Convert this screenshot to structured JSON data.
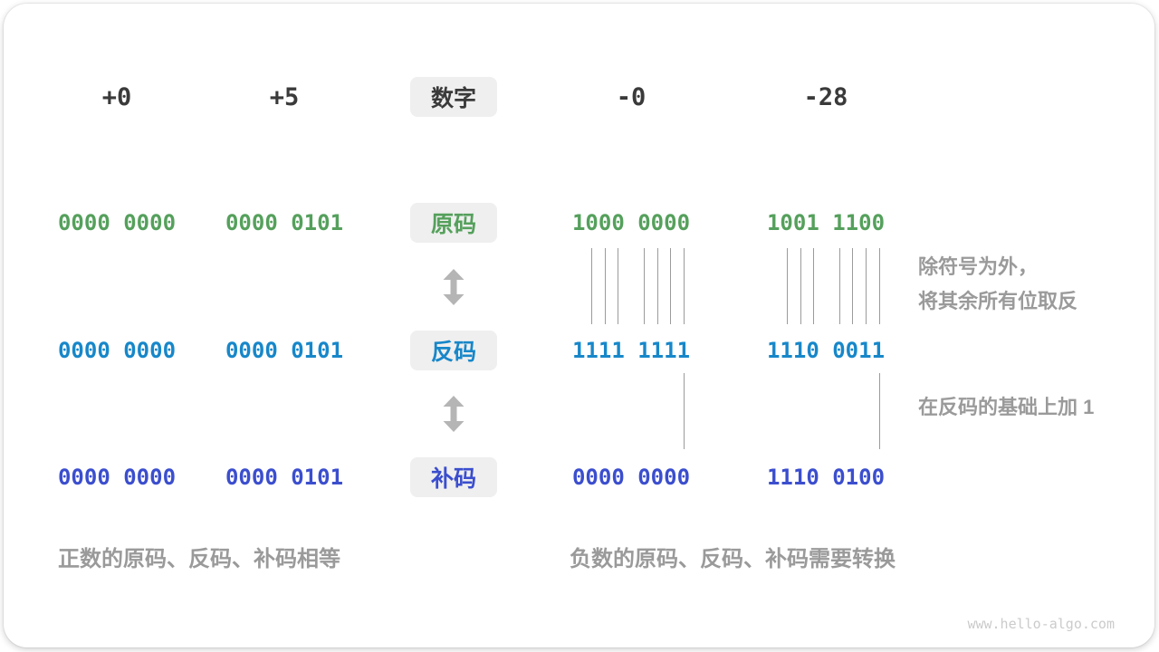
{
  "header": {
    "cols": [
      "+0",
      "+5",
      "-0",
      "-28"
    ],
    "label": "数字"
  },
  "rows": [
    {
      "key": "sign-magnitude",
      "label": "原码",
      "color": "#55a05c",
      "values": [
        "0000 0000",
        "0000 0101",
        "1000 0000",
        "1001 1100"
      ]
    },
    {
      "key": "ones-complement",
      "label": "反码",
      "color": "#1787c9",
      "values": [
        "0000 0000",
        "0000 0101",
        "1111 1111",
        "1110 0011"
      ]
    },
    {
      "key": "twos-complement",
      "label": "补码",
      "color": "#3b4ece",
      "values": [
        "0000 0000",
        "0000 0101",
        "0000 0000",
        "1110 0100"
      ]
    }
  ],
  "annotations": {
    "invert_line1": "除符号为外，",
    "invert_line2": "将其余所有位取反",
    "add_one": "在反码的基础上加 1"
  },
  "captions": {
    "positive": "正数的原码、反码、补码相等",
    "negative": "负数的原码、反码、补码需要转换"
  },
  "watermark": "www.hello-algo.com",
  "colors": {
    "sign_magnitude_green": "#55a05c",
    "ones_complement_blue": "#1787c9",
    "twos_complement_indigo": "#3b4ece",
    "label_box_bg": "#efefef",
    "dark_text": "#3a3a3a",
    "annotation_gray": "#9a9a9a",
    "bit_line_gray": "#9b9b9b",
    "arrow_gray": "#b5b5b5",
    "watermark_gray": "#cbcbcb"
  }
}
